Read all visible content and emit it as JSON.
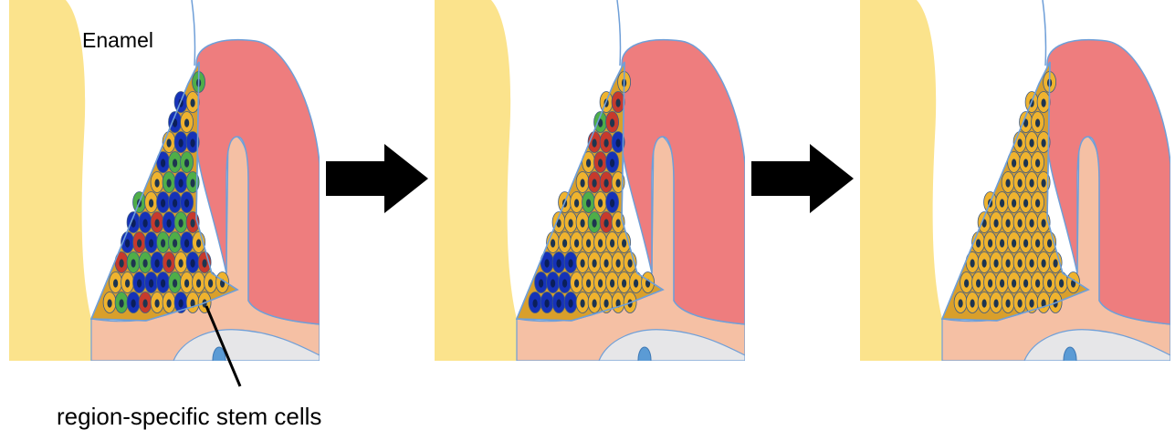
{
  "labels": {
    "enamel": "Enamel",
    "stem_cells": "region-specific stem cells"
  },
  "panels": [
    {
      "name": "panel-1",
      "stage": "mixed-lineage"
    },
    {
      "name": "panel-2",
      "stage": "partial-takeover"
    },
    {
      "name": "panel-3",
      "stage": "full-takeover"
    }
  ],
  "colors": {
    "enamel": "#FBE38C",
    "dentin": "#EE7D7E",
    "pulp": "#F5C0A4",
    "bone": "#E6E6E8",
    "vessel": "#5B9BD5",
    "outline": "#6F9FD8",
    "cell_yellow": "#EFB32E",
    "cell_blue": "#1632B8",
    "cell_green": "#4FAE48",
    "cell_red": "#C73A2C",
    "nucleus": "#1E3550",
    "arrow": "#000000"
  },
  "arrows": [
    {
      "name": "arrow-1"
    },
    {
      "name": "arrow-2"
    }
  ]
}
